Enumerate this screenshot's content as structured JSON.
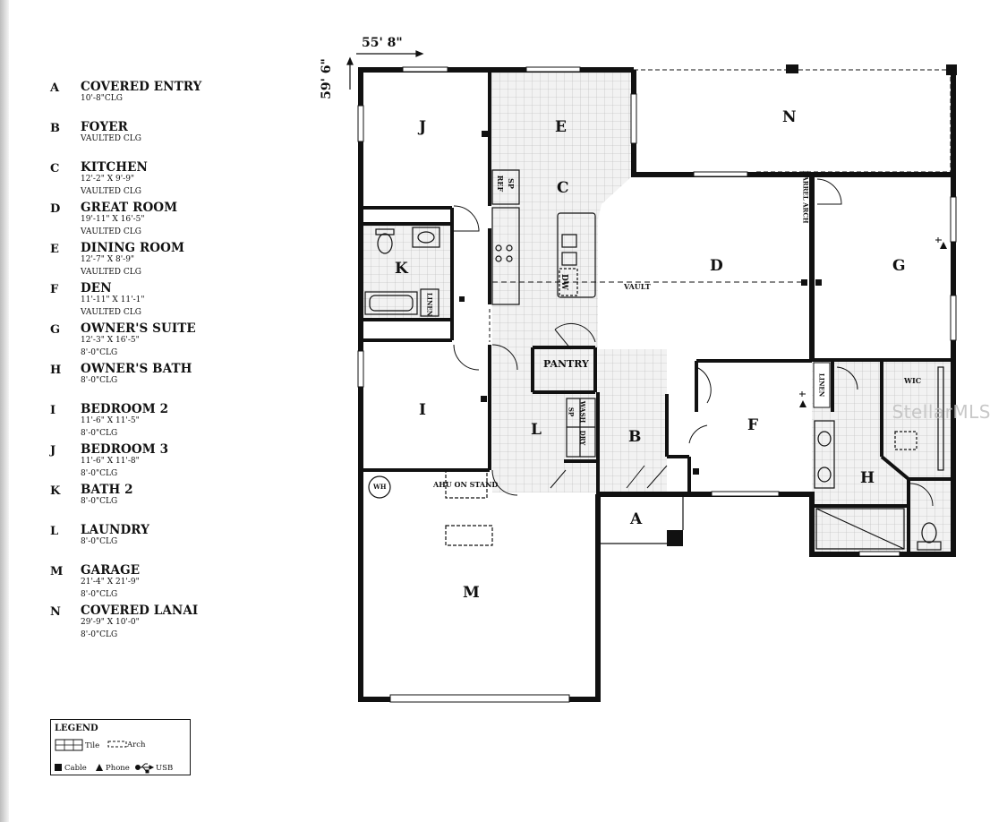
{
  "dimensions": {
    "width": "55' 8\"",
    "depth": "59' 6\""
  },
  "rooms": [
    {
      "letter": "A",
      "name": "COVERED ENTRY",
      "lines": [
        "10'-8\"CLG"
      ]
    },
    {
      "letter": "B",
      "name": "FOYER",
      "lines": [
        "VAULTED CLG"
      ]
    },
    {
      "letter": "C",
      "name": "KITCHEN",
      "lines": [
        "12'-2\" X 9'-9\"",
        "VAULTED CLG"
      ]
    },
    {
      "letter": "D",
      "name": "GREAT ROOM",
      "lines": [
        "19'-11\" X 16'-5\"",
        "VAULTED CLG"
      ]
    },
    {
      "letter": "E",
      "name": "DINING ROOM",
      "lines": [
        "12'-7\" X 8'-9\"",
        "VAULTED CLG"
      ]
    },
    {
      "letter": "F",
      "name": "DEN",
      "lines": [
        "11'-11\" X 11'-1\"",
        "VAULTED CLG"
      ]
    },
    {
      "letter": "G",
      "name": "OWNER'S SUITE",
      "lines": [
        "12'-3\" X 16'-5\"",
        "8'-0\"CLG"
      ]
    },
    {
      "letter": "H",
      "name": "OWNER'S BATH",
      "lines": [
        "8'-0\"CLG"
      ]
    },
    {
      "letter": "I",
      "name": "BEDROOM 2",
      "lines": [
        "11'-6\" X 11'-5\"",
        "8'-0\"CLG"
      ]
    },
    {
      "letter": "J",
      "name": "BEDROOM 3",
      "lines": [
        "11'-6\" X 11'-8\"",
        "8'-0\"CLG"
      ]
    },
    {
      "letter": "K",
      "name": "BATH 2",
      "lines": [
        "8'-0\"CLG"
      ]
    },
    {
      "letter": "L",
      "name": "LAUNDRY",
      "lines": [
        "8'-0\"CLG"
      ]
    },
    {
      "letter": "M",
      "name": "GARAGE",
      "lines": [
        "21'-4\" X 21'-9\"",
        "8'-0\"CLG"
      ]
    },
    {
      "letter": "N",
      "name": "COVERED LANAI",
      "lines": [
        "29'-9\" X 10'-0\"",
        "8'-0\"CLG"
      ]
    }
  ],
  "plan_labels": {
    "pantry": "PANTRY",
    "vault": "VAULT",
    "wic": "WIC",
    "linen": "LINEN",
    "ahu": "AHU ON STAND",
    "wh": "WH",
    "ref": "REF",
    "sp": "SP",
    "dw": "DW",
    "wash": "WASH",
    "dry": "DRY",
    "barrel_arch": "BARREL ARCH"
  },
  "legend": {
    "title": "LEGEND",
    "tile": "Tile",
    "arch": "Arch",
    "cable": "Cable",
    "phone": "Phone",
    "usb": "USB"
  },
  "watermark": "StellarMLS"
}
